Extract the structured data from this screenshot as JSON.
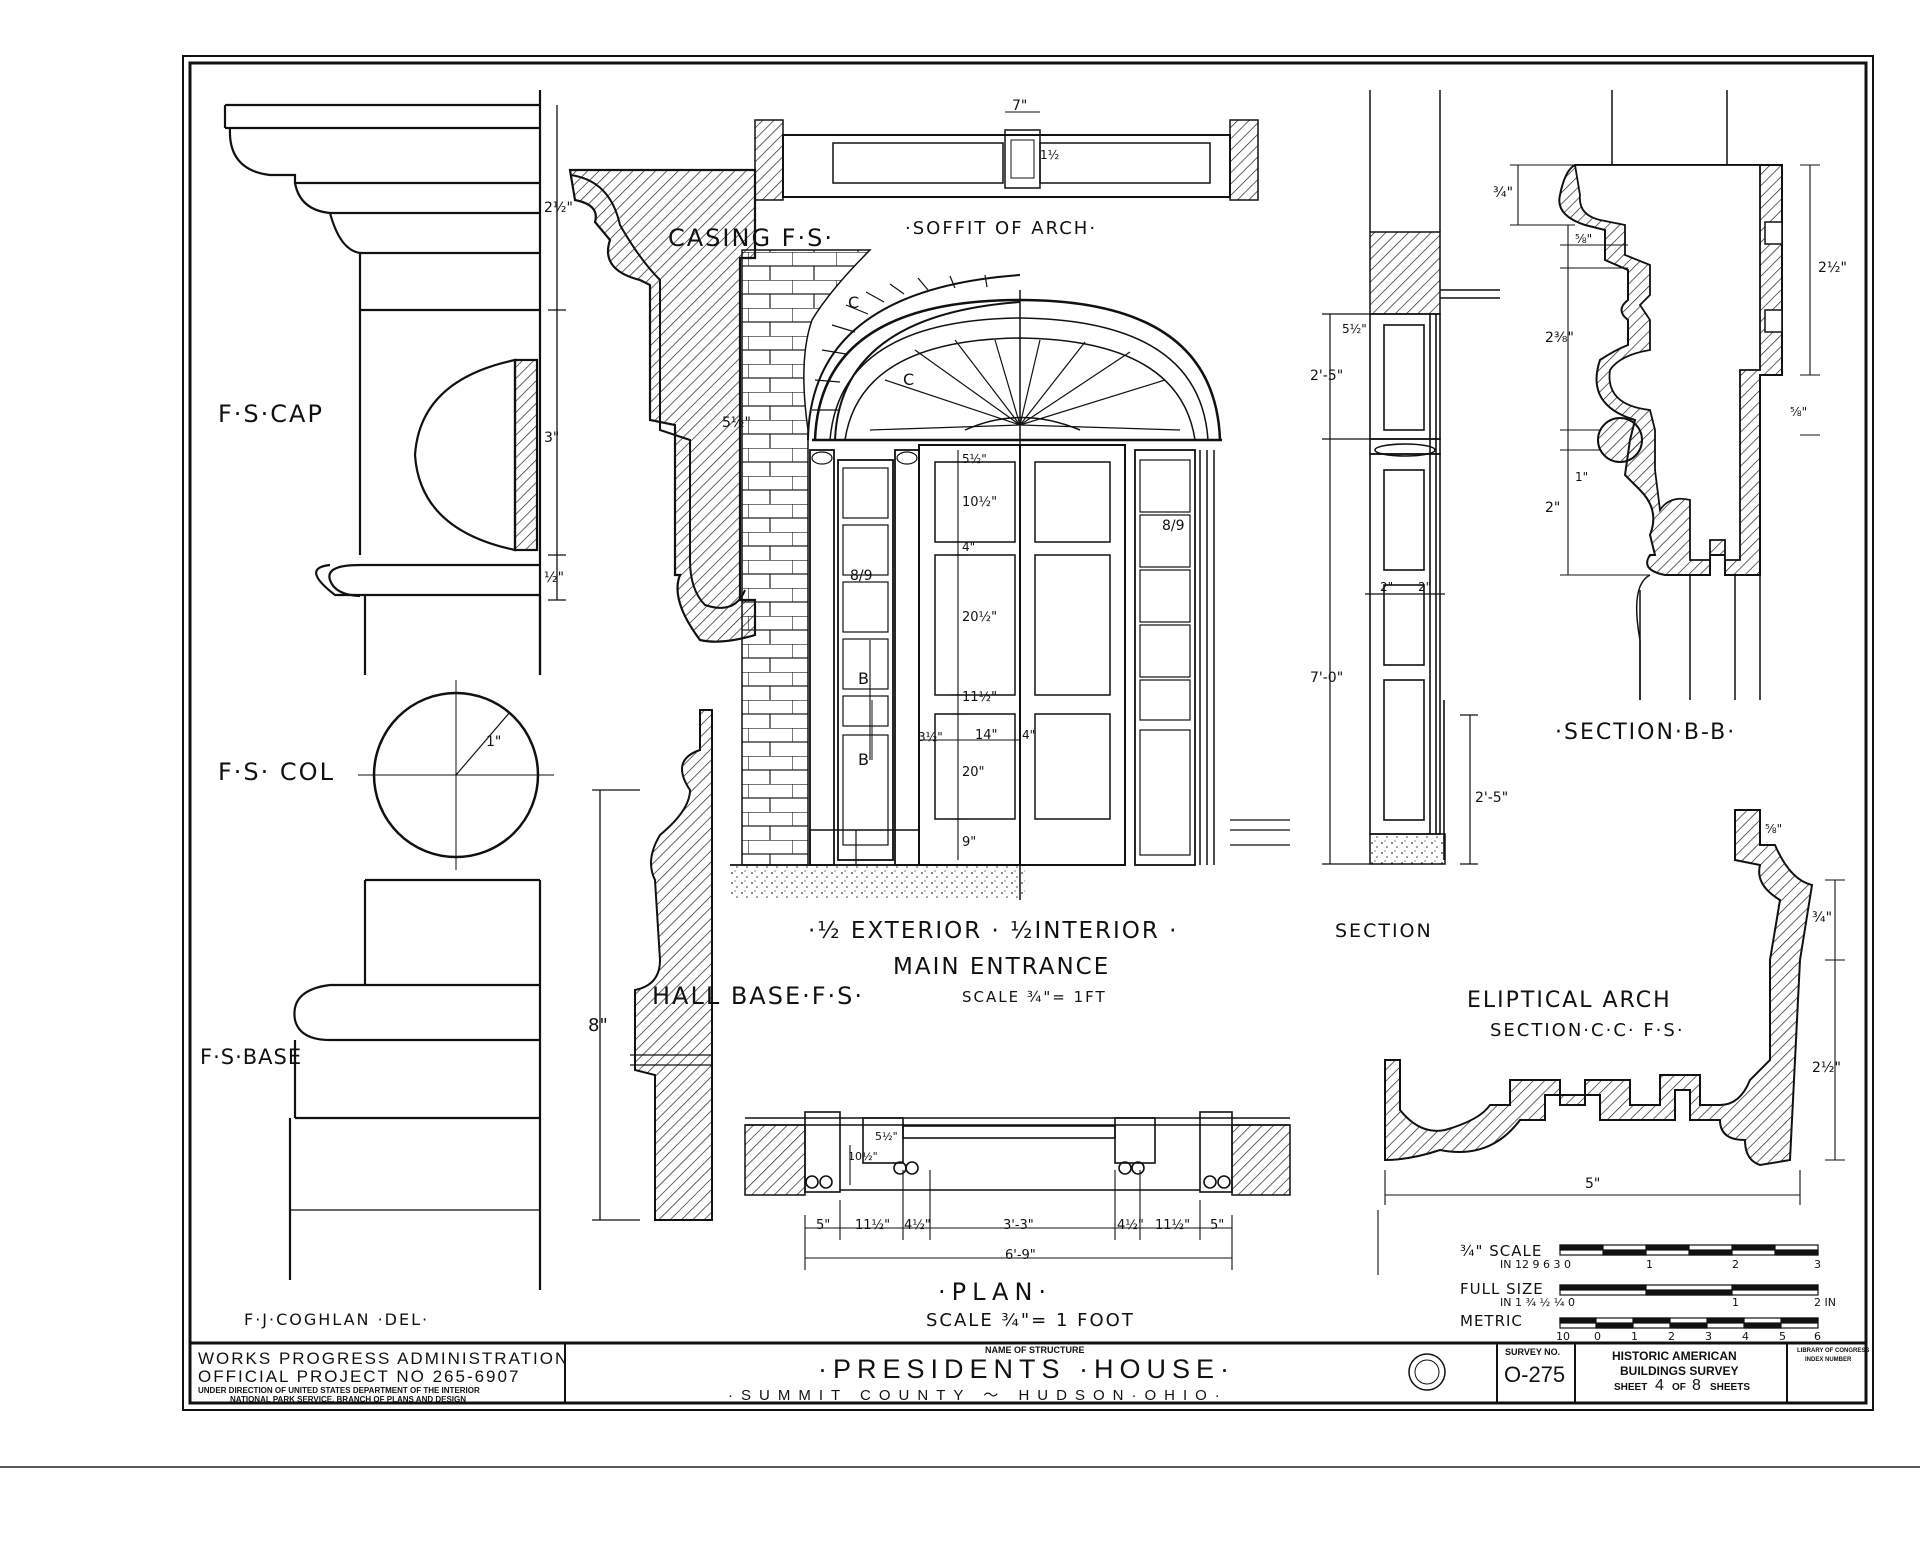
{
  "drawing": {
    "labels": {
      "fs_cap": "F·S·CAP",
      "fs_col": "F·S· COL",
      "fs_base": "F·S·BASE",
      "casing": "CASING F·S·",
      "soffit": "·SOFFIT OF ARCH·",
      "exterior_interior": "·½ EXTERIOR · ½INTERIOR ·",
      "main_entrance": "MAIN ENTRANCE",
      "main_scale": "SCALE ¾\"= 1FT",
      "hall_base": "HALL BASE·F·S·",
      "section": "SECTION",
      "section_bb": "·SECTION·B-B·",
      "eliptical_arch": "ELIPTICAL ARCH",
      "section_cc": "SECTION·C·C· F·S·",
      "plan": "·PLAN·",
      "plan_scale": "SCALE ¾\"= 1 FOOT",
      "delineator": "F·J·COGHLAN ·DEL·"
    },
    "dimensions": {
      "cap_top": "2½\"",
      "cap_mid": "3\"",
      "cap_bottom": "½\"",
      "col_radius": "1\"",
      "casing_height": "5½\"",
      "hall_base_height": "8\"",
      "soffit_width": "7\"",
      "soffit_small": "1½",
      "door_5": "5½\"",
      "door_10": "10½\"",
      "door_4": "4\"",
      "door_20a": "20½\"",
      "door_11": "11½\"",
      "door_14": "14\"",
      "door_3": "3½\"",
      "door_4b": "4\"",
      "door_20b": "20\"",
      "door_9": "9\"",
      "section_52": "5½\"",
      "section_25": "2'-5\"",
      "section_70": "7'-0\"",
      "section_25b": "2'-5\"",
      "section_2a": "2\"",
      "section_2b": "2\"",
      "bb_34": "¾\"",
      "bb_21": "2½\"",
      "bb_58": "⅝\"",
      "bb_28": "2⅜\"",
      "bb_58b": "⅝\"",
      "bb_12": "1\"",
      "bb_2": "2\"",
      "cc_58": "⅝\"",
      "cc_34": "¾\"",
      "cc_22": "2½\"",
      "cc_5": "5\"",
      "plan_5a": "5\"",
      "plan_11a": "11½\"",
      "plan_4a": "4½\"",
      "plan_33": "3'-3\"",
      "plan_4b": "4½\"",
      "plan_11b": "11½\"",
      "plan_5b": "5\"",
      "plan_69": "6'-9\"",
      "plan_10": "10½\"",
      "plan_52": "5½\""
    },
    "door_marks": {
      "b1": "B",
      "b2": "B",
      "c1": "C",
      "c2": "C",
      "lights_left": "8/9",
      "lights_right": "8/9"
    },
    "scales": {
      "three_quarter": {
        "label": "¾\" SCALE",
        "units": "IN 12 9 6 3 0",
        "marks": [
          "1",
          "2",
          "3"
        ]
      },
      "full_size": {
        "label": "FULL SIZE",
        "units": "IN 1 ¾ ½ ¼ 0",
        "marks": [
          "1",
          "2 IN"
        ]
      },
      "metric": {
        "label": "METRIC",
        "marks": [
          "10",
          "0",
          "1",
          "2",
          "3",
          "4",
          "5",
          "6"
        ]
      }
    }
  },
  "title_block": {
    "wpa_line1": "WORKS PROGRESS ADMINISTRATION",
    "wpa_line2": "OFFICIAL PROJECT NO 265-6907",
    "wpa_line3": "UNDER DIRECTION OF UNITED STATES DEPARTMENT OF THE INTERIOR",
    "wpa_line4": "NATIONAL PARK SERVICE, BRANCH OF PLANS AND DESIGN",
    "name_caption": "NAME OF STRUCTURE",
    "structure_name": "·PRESIDENTS ·HOUSE·",
    "location": "·SUMMIT COUNTY ～ HUDSON·OHIO·",
    "survey_caption": "SURVEY NO.",
    "survey_no": "O-275",
    "habs_line1": "HISTORIC AMERICAN",
    "habs_line2": "BUILDINGS SURVEY",
    "sheet_word": "SHEET",
    "sheet_no": "4",
    "of_word": "OF",
    "sheet_total": "8",
    "sheets_word": "SHEETS",
    "loc_line1": "LIBRARY OF CONGRESS",
    "loc_line2": "INDEX NUMBER"
  }
}
